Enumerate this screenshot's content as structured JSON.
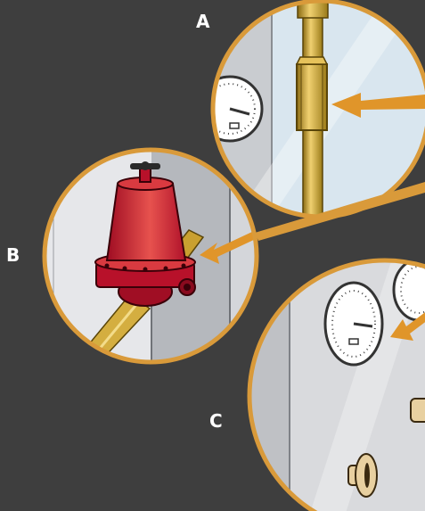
{
  "labels": {
    "a": "A",
    "b": "B",
    "c": "C"
  },
  "colors": {
    "background": "#3e3e3e",
    "ring": "#d99a3a",
    "brass": "#c9a030",
    "regulator": "#c8102e",
    "wall": "#d6d8db"
  }
}
